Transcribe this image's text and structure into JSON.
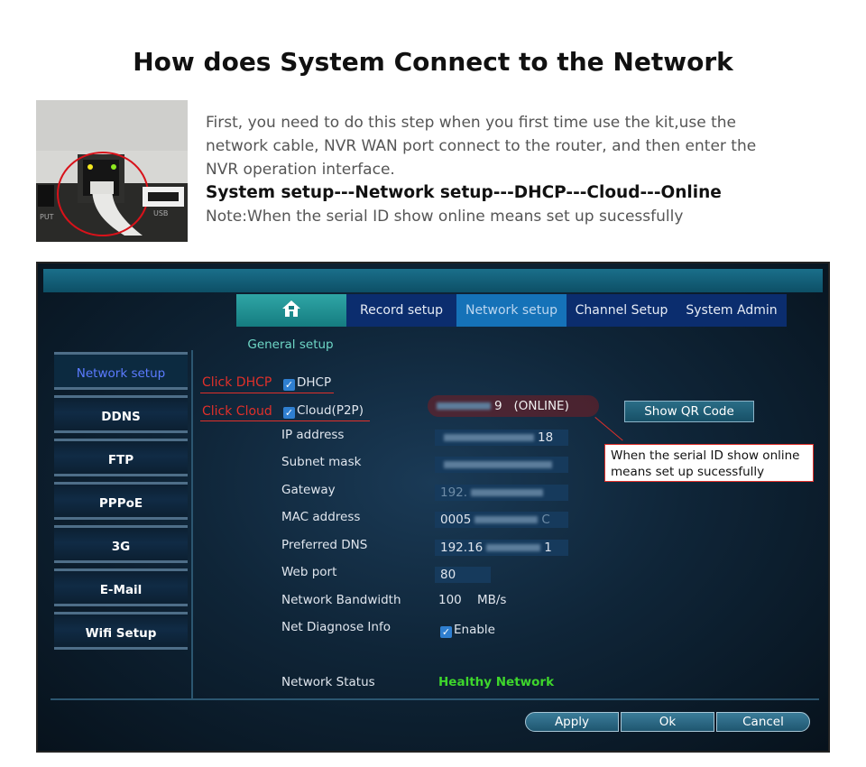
{
  "header": {
    "title": "How does System Connect to the Network"
  },
  "intro": {
    "line1": "First, you need to do this step when you first time use the kit,use the",
    "line2": "network cable, NVR WAN port connect to the router, and then enter the",
    "line3": "NVR operation interface.",
    "steps": "System setup---Network setup---DHCP---Cloud---Online",
    "note": "Note:When the serial ID show online means set up sucessfully",
    "photo_labels": {
      "left_port": "PUT",
      "usb": "USB"
    }
  },
  "nvr": {
    "tabs": [
      {
        "label": ""
      },
      {
        "label": "Record setup"
      },
      {
        "label": "Network setup"
      },
      {
        "label": "Channel Setup"
      },
      {
        "label": "System Admin"
      }
    ],
    "home_label": "General setup",
    "sidebar": [
      {
        "label": "Network setup"
      },
      {
        "label": "DDNS"
      },
      {
        "label": "FTP"
      },
      {
        "label": "PPPoE"
      },
      {
        "label": "3G"
      },
      {
        "label": "E-Mail"
      },
      {
        "label": "Wifi Setup"
      }
    ],
    "annotations": {
      "click_dhcp": "Click DHCP",
      "click_cloud": "Click Cloud",
      "callout": "When the serial ID show online means set up sucessfully"
    },
    "fields": {
      "dhcp_label": "DHCP",
      "cloud_label": "Cloud(P2P)",
      "serial_suffix": "9",
      "online_status": "(ONLINE)",
      "show_qr": "Show QR Code",
      "ip_label": "IP address",
      "ip_value": "18",
      "subnet_label": "Subnet mask",
      "gateway_label": "Gateway",
      "gateway_value": "192.",
      "mac_label": "MAC address",
      "mac_value": "0005",
      "mac_suffix": "C",
      "dns_label": "Preferred DNS",
      "dns_value": "192.16",
      "dns_suffix": "1",
      "port_label": "Web port",
      "port_value": "80",
      "bandwidth_label": "Network Bandwidth",
      "bandwidth_value": "100",
      "bandwidth_unit": "MB/s",
      "diagnose_label": "Net Diagnose Info",
      "diagnose_value": "Enable",
      "status_label": "Network Status",
      "status_value": "Healthy Network"
    },
    "buttons": {
      "apply": "Apply",
      "ok": "Ok",
      "cancel": "Cancel"
    },
    "colors": {
      "accent": "#1572b8",
      "highlight_red": "#e0302a",
      "status_green": "#3ed62c",
      "home_teal": "#2fa6a6"
    }
  }
}
